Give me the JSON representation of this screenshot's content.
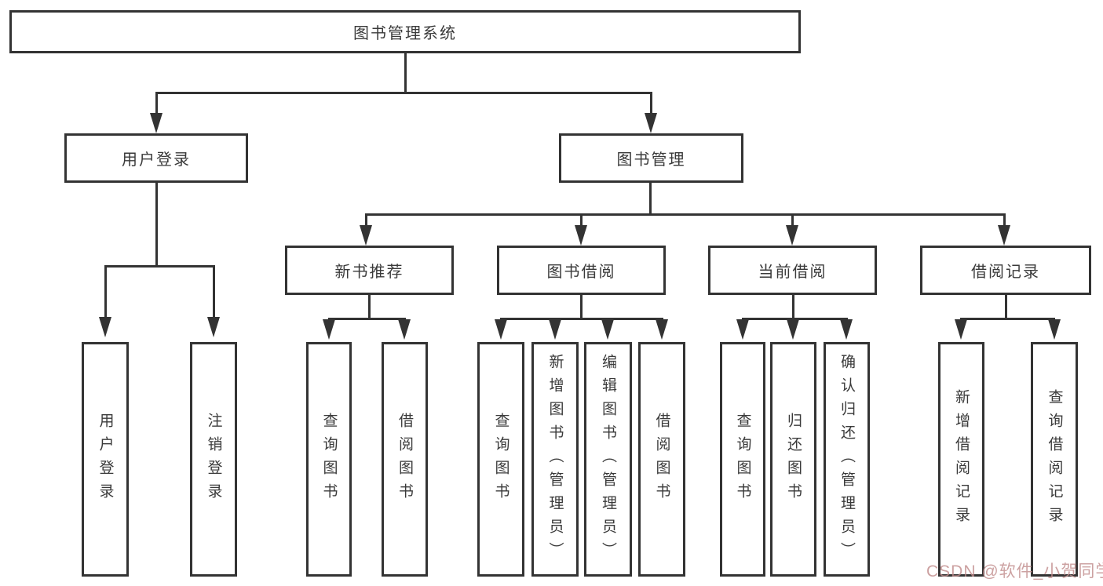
{
  "nodes": {
    "root": "图书管理系统",
    "user_login": "用户登录",
    "book_management": "图书管理",
    "new_book_recommend": "新书推荐",
    "book_borrowing": "图书借阅",
    "current_borrowing": "当前借阅",
    "borrowing_records": "借阅记录",
    "leaf_user_login": "用户登录",
    "leaf_logout_login": "注销登录",
    "leaf_nbr_query_books": "查询图书",
    "leaf_nbr_borrow_books": "借阅图书",
    "leaf_bb_query_books": "查询图书",
    "leaf_bb_add_books": "新增图书（管理员）",
    "leaf_bb_edit_books": "编辑图书（管理员）",
    "leaf_bb_borrow_books": "借阅图书",
    "leaf_cb_query_books": "查询图书",
    "leaf_cb_return_books": "归还图书",
    "leaf_cb_confirm_return": "确认归还（管理员）",
    "leaf_br_add_record": "新增借阅记录",
    "leaf_br_query_record": "查询借阅记录"
  },
  "watermark": {
    "text": "CSDN @软件_小贺同学",
    "color": "#c08a8a"
  },
  "colors": {
    "line": "#333333",
    "text": "#3a3a3a",
    "background": "#ffffff"
  }
}
